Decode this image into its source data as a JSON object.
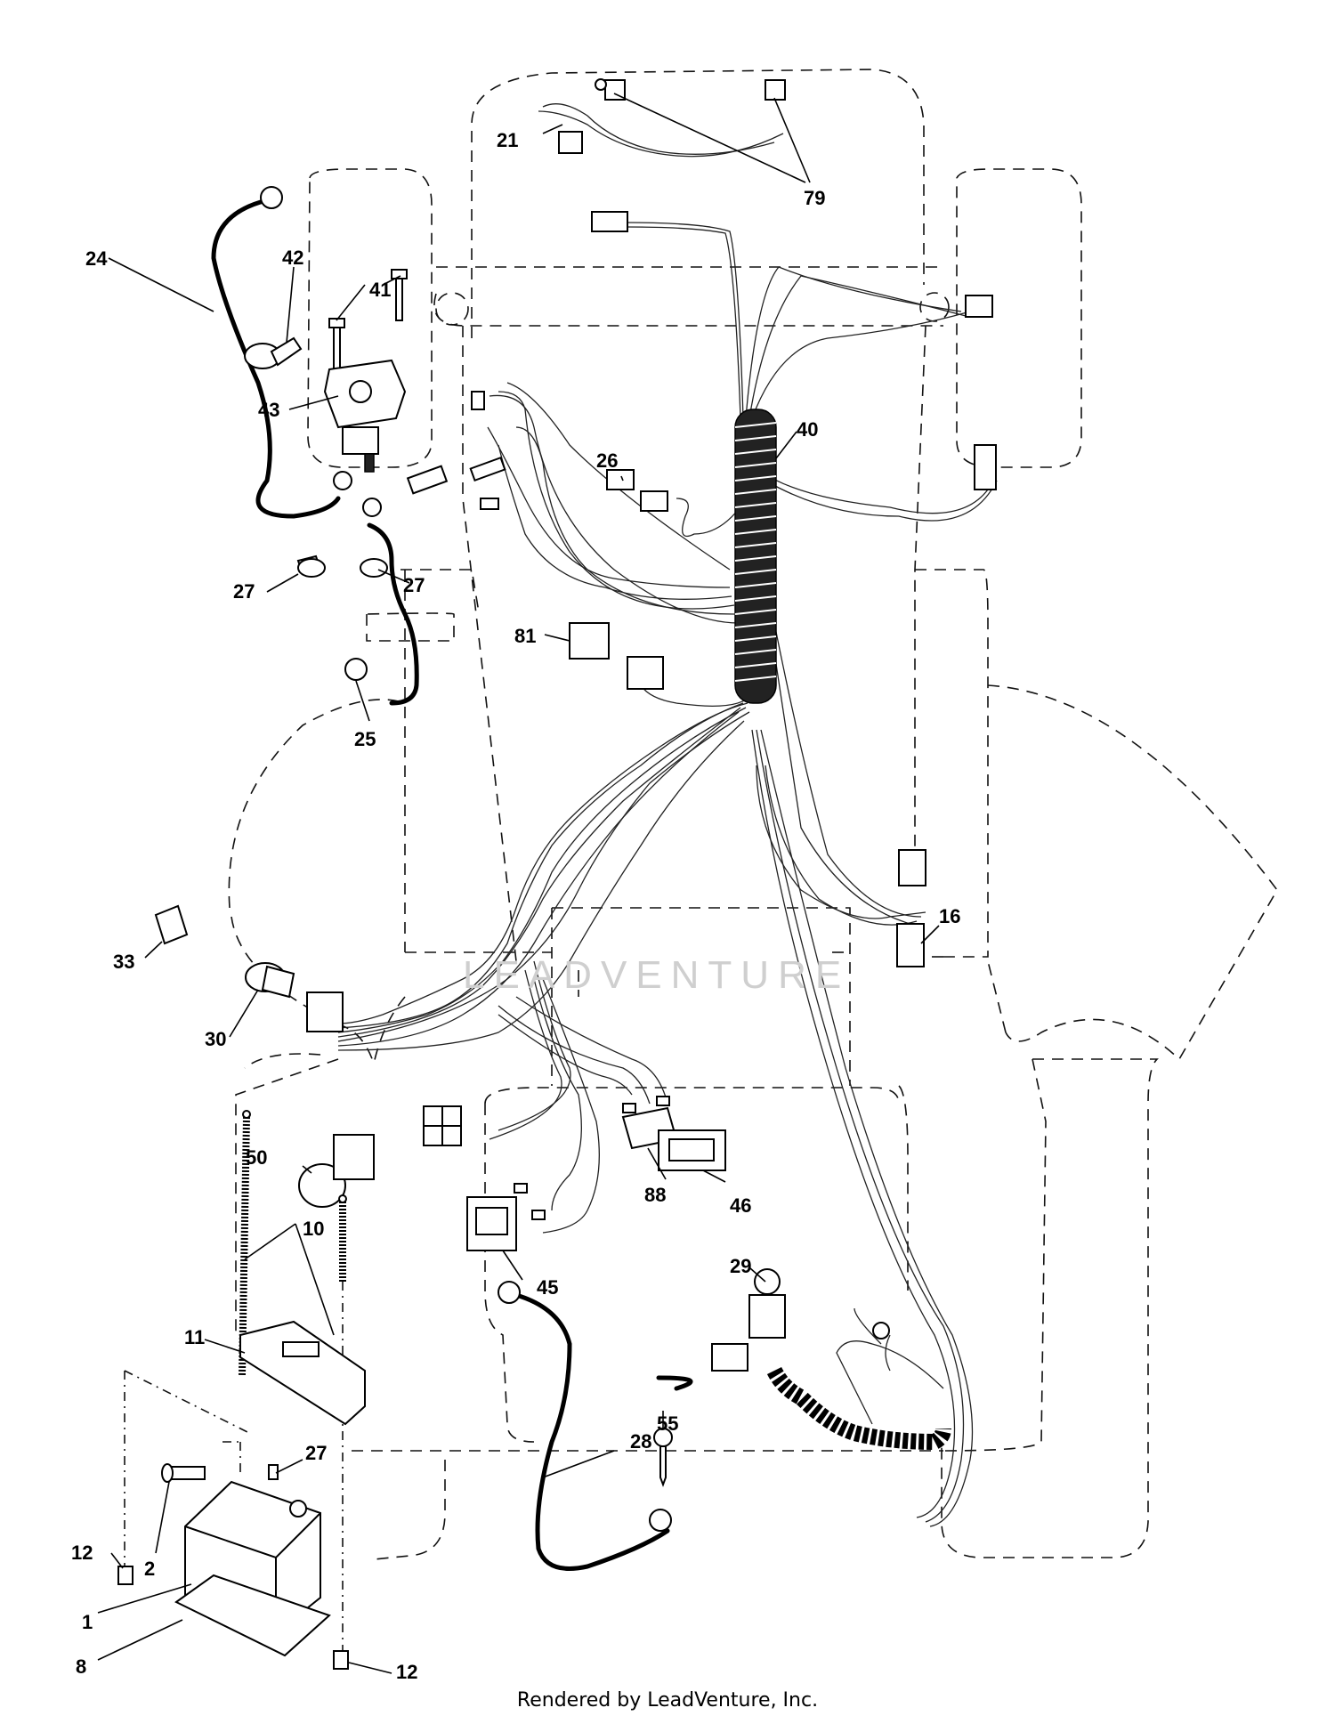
{
  "watermark": "LEADVENTURE",
  "footer": "Rendered by LeadVenture, Inc.",
  "callouts": [
    {
      "id": "1",
      "label": "1"
    },
    {
      "id": "2",
      "label": "2"
    },
    {
      "id": "8",
      "label": "8"
    },
    {
      "id": "10",
      "label": "10"
    },
    {
      "id": "11",
      "label": "11"
    },
    {
      "id": "12a",
      "label": "12"
    },
    {
      "id": "12b",
      "label": "12"
    },
    {
      "id": "16",
      "label": "16"
    },
    {
      "id": "21",
      "label": "21"
    },
    {
      "id": "24",
      "label": "24"
    },
    {
      "id": "25",
      "label": "25"
    },
    {
      "id": "26",
      "label": "26"
    },
    {
      "id": "27a",
      "label": "27"
    },
    {
      "id": "27b",
      "label": "27"
    },
    {
      "id": "27c",
      "label": "27"
    },
    {
      "id": "28",
      "label": "28"
    },
    {
      "id": "29",
      "label": "29"
    },
    {
      "id": "30",
      "label": "30"
    },
    {
      "id": "33",
      "label": "33"
    },
    {
      "id": "40",
      "label": "40"
    },
    {
      "id": "41",
      "label": "41"
    },
    {
      "id": "42",
      "label": "42"
    },
    {
      "id": "43",
      "label": "43"
    },
    {
      "id": "45",
      "label": "45"
    },
    {
      "id": "46",
      "label": "46"
    },
    {
      "id": "50",
      "label": "50"
    },
    {
      "id": "55",
      "label": "55"
    },
    {
      "id": "79",
      "label": "79"
    },
    {
      "id": "81",
      "label": "81"
    },
    {
      "id": "88",
      "label": "88"
    }
  ]
}
